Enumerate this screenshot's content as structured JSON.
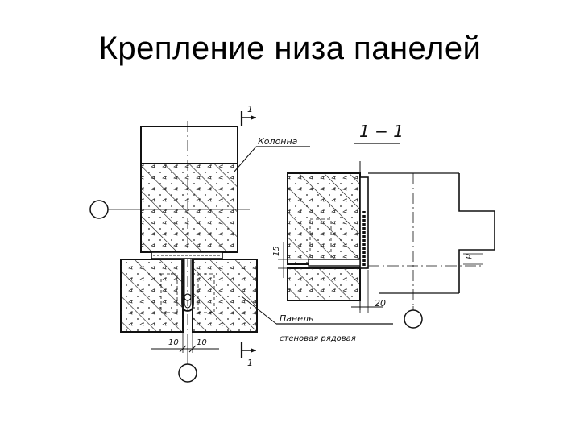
{
  "title": "Крепление низа панелей",
  "section_mark": "1",
  "section_title": "1 − 1",
  "labels": {
    "column": "Колонна",
    "panel_line1": "Панель",
    "panel_line2": "стеновая рядовая"
  },
  "dimensions": {
    "gap_left": "10",
    "gap_right": "10",
    "height_15": "15",
    "offset_20": "20",
    "d": "d"
  },
  "colors": {
    "ink": "#111111",
    "background": "#ffffff"
  }
}
